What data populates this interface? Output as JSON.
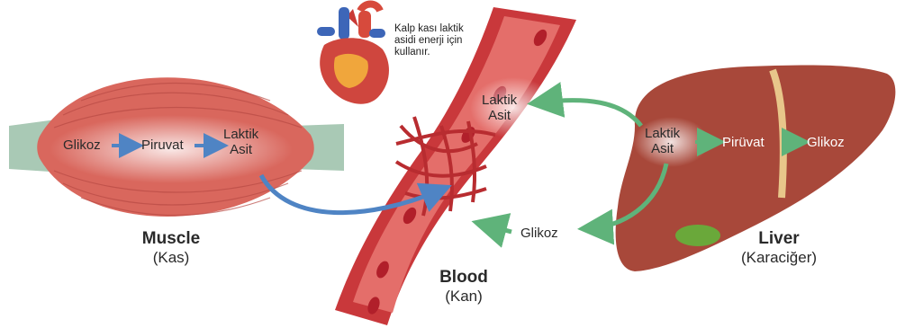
{
  "heart": {
    "note_lines": [
      "Kalp kası laktik",
      "asidi enerji için",
      "kullanır."
    ]
  },
  "muscle": {
    "glikoz": "Glikoz",
    "piruvat": "Piruvat",
    "laktik_lines": [
      "Laktik",
      "Asit"
    ],
    "title": "Muscle",
    "subtitle": "(Kas)"
  },
  "blood": {
    "laktik_lines": [
      "Laktik",
      "Asit"
    ],
    "glikoz": "Glikoz",
    "title": "Blood",
    "subtitle": "(Kan)"
  },
  "liver": {
    "laktik_lines": [
      "Laktik",
      "Asit"
    ],
    "piruvat": "Pirüvat",
    "glikoz": "Glikoz",
    "title": "Liver",
    "subtitle": "(Karaciğer)"
  },
  "colors": {
    "muscle": "#d9675d",
    "tendon": "#a9c9b5",
    "vessel": "#c9383b",
    "liver": "#a8483a",
    "green_arrow": "#5fb37a",
    "blue_arrow": "#4f84c4"
  }
}
